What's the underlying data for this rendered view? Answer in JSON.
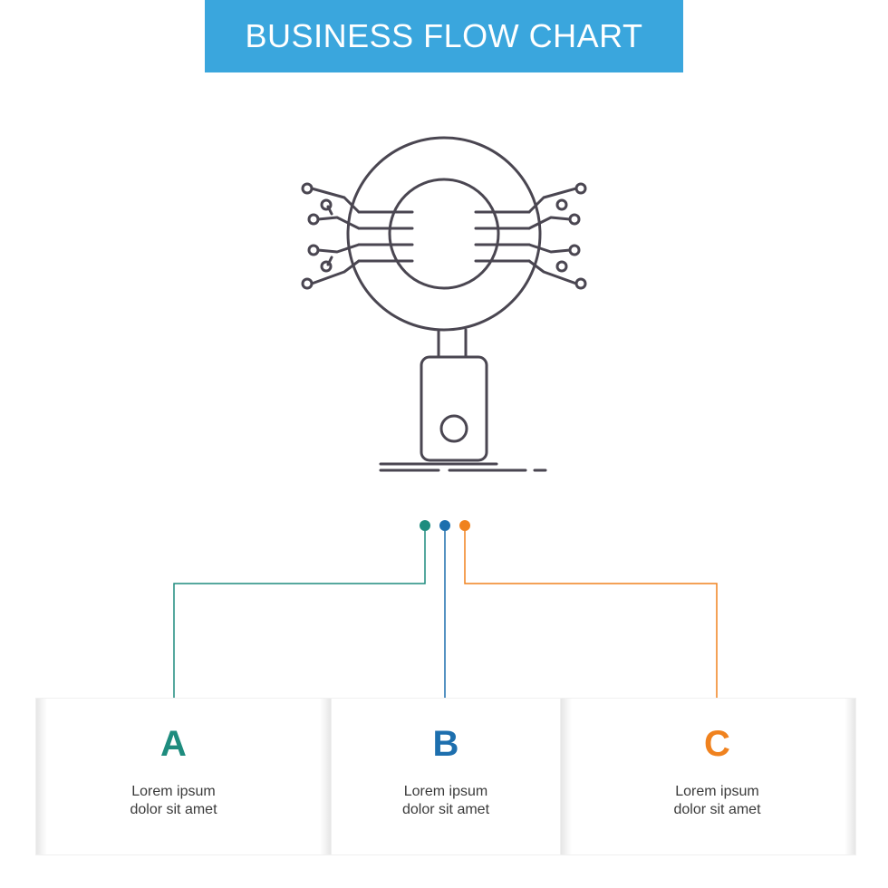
{
  "header": {
    "title": "BUSINESS FLOW CHART"
  },
  "colors": {
    "banner": "#3aa6dd",
    "icon_stroke": "#4a4651",
    "option_a": "#1e8c7e",
    "option_b": "#1d6fae",
    "option_c": "#f0821e"
  },
  "icon": {
    "name": "search-analysis-circuit-icon"
  },
  "options": [
    {
      "letter": "A",
      "line1": "Lorem ipsum",
      "line2": "dolor sit amet",
      "color": "#1e8c7e"
    },
    {
      "letter": "B",
      "line1": "Lorem ipsum",
      "line2": "dolor sit amet",
      "color": "#1d6fae"
    },
    {
      "letter": "C",
      "line1": "Lorem ipsum",
      "line2": "dolor sit amet",
      "color": "#f0821e"
    }
  ]
}
